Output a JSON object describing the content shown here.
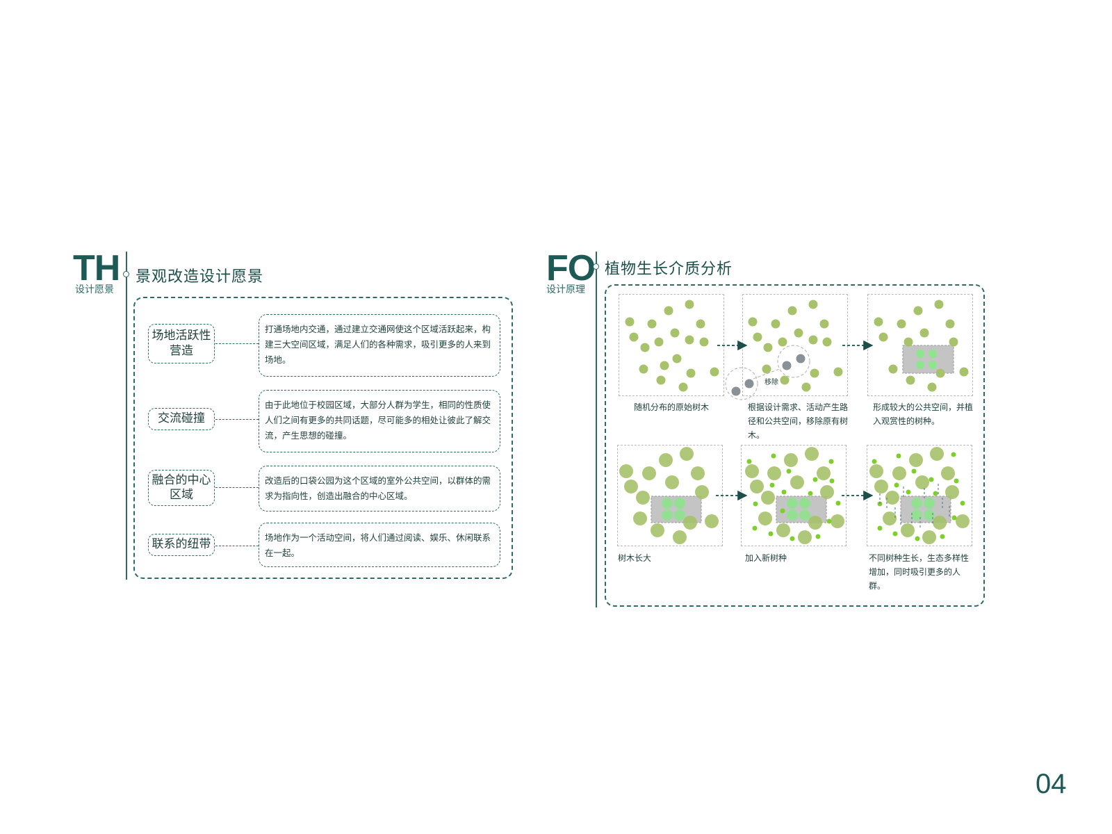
{
  "colors": {
    "accent": "#2d6a66",
    "tree": "#a7c26a",
    "new_tree": "#7dcf2a",
    "removed_tree": "#8a9098",
    "public_space": "#c4c4c4",
    "ornamental_tree": "#8fe48e"
  },
  "left_section": {
    "code": "TH",
    "code_sub": "设计愿景",
    "title": "景观改造设计愿景",
    "items": [
      {
        "label": "场地活跃性\n营造",
        "desc": "打通场地内交通，通过建立交通网使这个区域活跃起来，构建三大空间区域，满足人们的各种需求，吸引更多的人来到场地。"
      },
      {
        "label": "交流碰撞",
        "desc": "由于此地位于校园区域，大部分人群为学生，相同的性质使人们之间有更多的共同话题，尽可能多的相处让彼此了解交流，产生思想的碰撞。"
      },
      {
        "label": "融合的中心\n区域",
        "desc": "改造后的口袋公园为这个区域的室外公共空间，以群体的需求为指向性，创造出融合的中心区域。"
      },
      {
        "label": "联系的纽带",
        "desc": "场地作为一个活动空间，将人们通过阅读、娱乐、休闲联系在一起。"
      }
    ]
  },
  "right_section": {
    "code": "FO",
    "code_sub": "设计原理",
    "title": "植物生长介质分析",
    "remove_label": "移除",
    "steps": [
      {
        "caption": "随机分布的原始树木"
      },
      {
        "caption": "根据设计需求、活动产生路径和公共空间，移除原有树木。"
      },
      {
        "caption": "形成较大的公共空间，并植入观赏性的树种。"
      },
      {
        "caption": "树木长大"
      },
      {
        "caption": "加入新树种"
      },
      {
        "caption": "不同树种生长，生态多样性增加，同时吸引更多的人群。"
      }
    ]
  },
  "page_number": "04"
}
